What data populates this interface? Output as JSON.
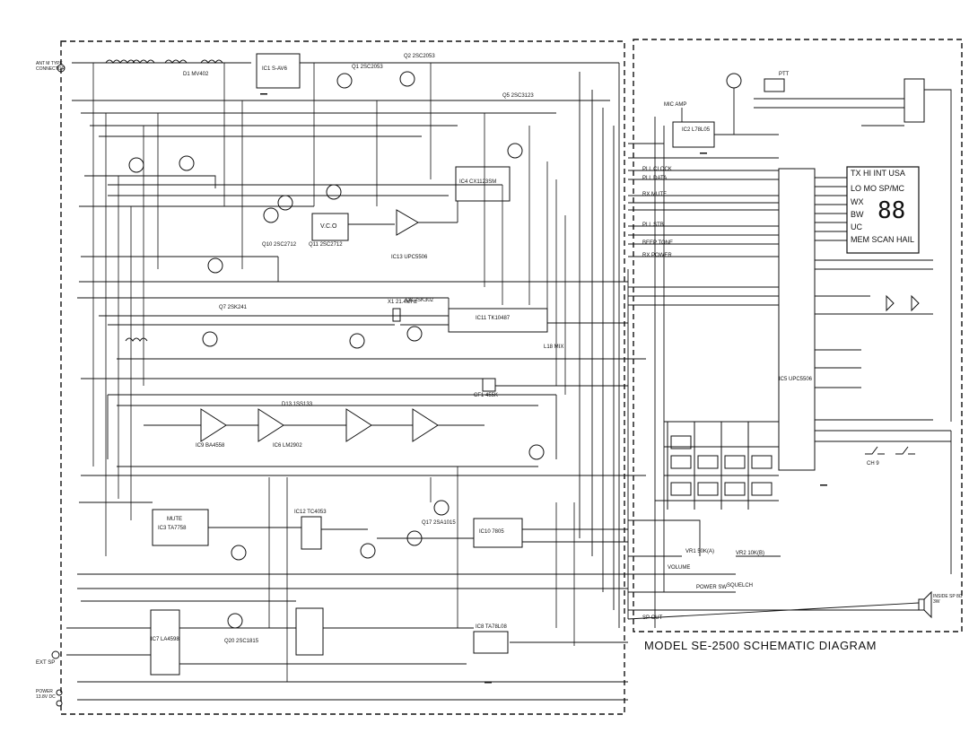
{
  "title": "MODEL SE-2500 SCHEMATIC DIAGRAM",
  "display": {
    "row1": "TX HI INT USA",
    "row2": "LO MO SP/MC",
    "wx": "WX",
    "digits": "88",
    "bw": "BW",
    "uc": "UC",
    "row4": "MEM SCAN HAIL"
  },
  "connectors": {
    "ant": "ANT M TYPE CONNECTOR",
    "ext_sp": "EXT SP",
    "power": "POWER 13.8V DC",
    "inside_sp": "INSIDE SP 8Ω 3W",
    "ptt": "PTT",
    "mic_amp": "MIC AMP"
  },
  "components": {
    "ic1": "IC1 S-AV6",
    "ic2": "IC2 L78L05",
    "ic3": "IC3 TA7758",
    "ic4": "IC4 CX1123SM",
    "ic5": "IC5 UPC5506",
    "ic6": "IC6 LM2902",
    "ic7": "IC7 LA4598",
    "ic8": "IC8 TA78L08",
    "ic9": "IC9 BA4558",
    "ic10": "IC10 7805",
    "ic11": "IC11 TK10487",
    "ic12": "IC12 TC4053",
    "ic13": "IC13 UPC5506",
    "vco": "V.C.O",
    "q1": "Q1 2SC2053",
    "q2": "Q2 2SC2053",
    "q5": "Q5 2SC3123",
    "q7": "Q7 2SK241",
    "q8": "Q8 2SK302",
    "q10": "Q10 2SC2712",
    "q11": "Q11 2SC2712",
    "q17": "Q17 2SA1015",
    "q20": "Q20 2SC1815",
    "d1": "D1 MV402",
    "d13": "D13 1SS133",
    "x1": "X1 21.4MHz",
    "cf1": "CF1 455K",
    "vr1": "VR1 50K(A)",
    "vr2": "VR2 10K(B)",
    "l18": "L18 MIX",
    "ch9": "CH 9",
    "mute": "MUTE",
    "pll_clock": "PLL CLOCK",
    "pll_data": "PLL DATA",
    "rx_mute": "RX MUTE",
    "pll_stb": "PLL STB",
    "beep": "BEEP TONE",
    "rx_power": "RX POWER",
    "volume": "VOLUME",
    "squelch": "SQUELCH",
    "power_sw": "POWER SW",
    "sp_out": "SP OUT"
  }
}
